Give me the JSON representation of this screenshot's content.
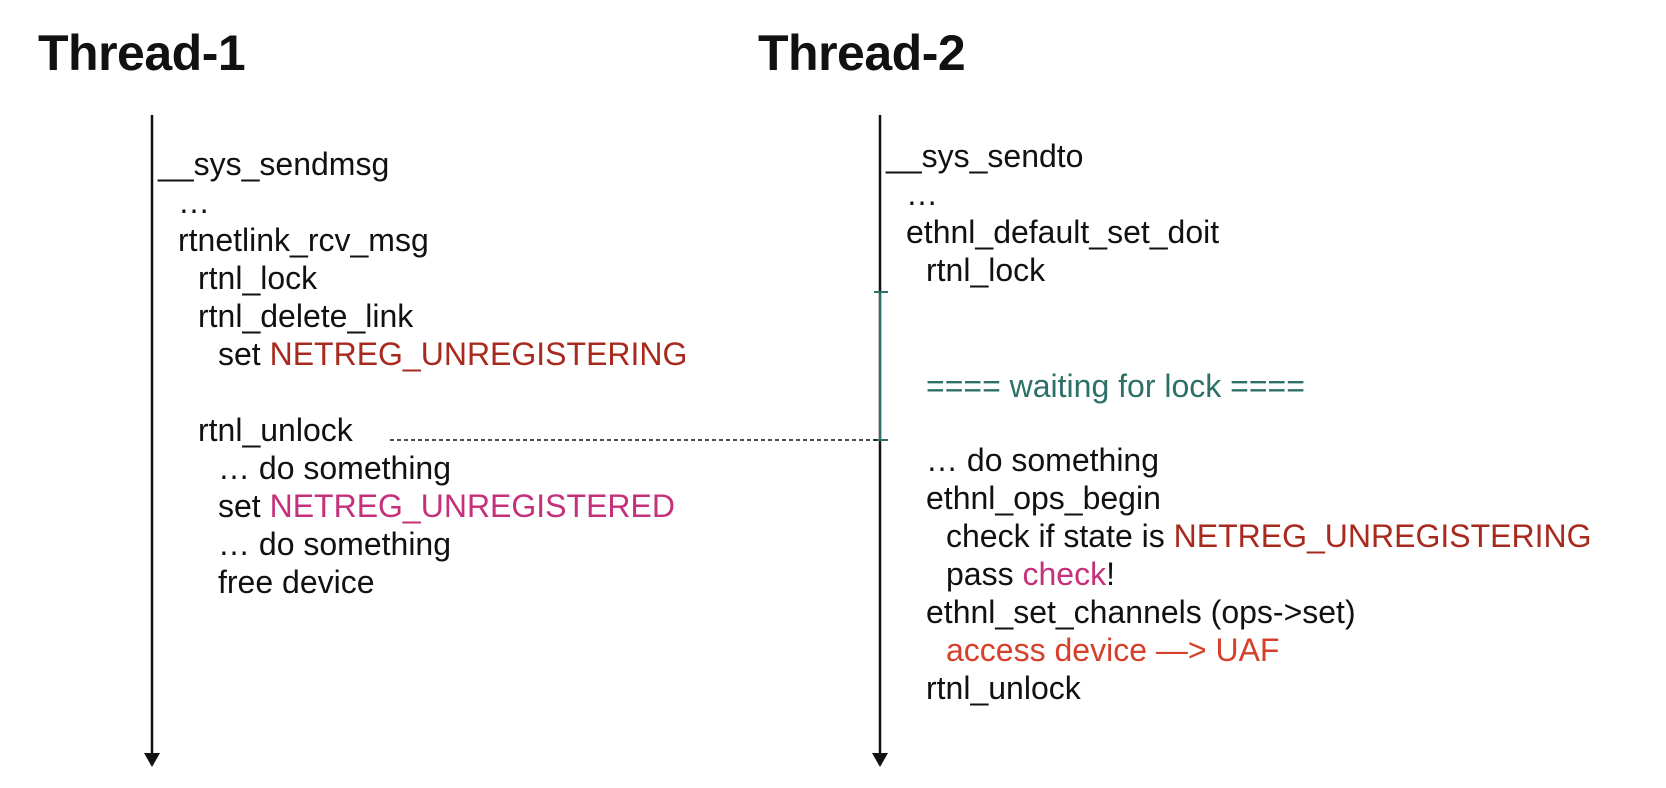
{
  "thread1": {
    "title": "Thread-1",
    "lines": [
      {
        "text": "__sys_sendmsg"
      },
      {
        "text": "…"
      },
      {
        "text": "rtnetlink_rcv_msg"
      },
      {
        "text": "rtnl_lock"
      },
      {
        "text": "rtnl_delete_link"
      },
      {
        "prefix": "set ",
        "highlight": "NETREG_UNREGISTERING",
        "color": "#a82a1e"
      },
      {
        "text": "rtnl_unlock"
      },
      {
        "text": "… do something"
      },
      {
        "prefix": "set ",
        "highlight": "NETREG_UNREGISTERED",
        "color": "#c4307a"
      },
      {
        "text": "… do something"
      },
      {
        "text": "free device"
      }
    ]
  },
  "thread2": {
    "title": "Thread-2",
    "lines": [
      {
        "text": "__sys_sendto"
      },
      {
        "text": "…"
      },
      {
        "text": "ethnl_default_set_doit"
      },
      {
        "text": "rtnl_lock"
      },
      {
        "text": "==== waiting for lock ====",
        "color": "#2d7068"
      },
      {
        "text": "… do something"
      },
      {
        "text": "ethnl_ops_begin"
      },
      {
        "prefix": "check if state is ",
        "highlight": "NETREG_UNREGISTERING",
        "color": "#a82a1e"
      },
      {
        "prefix": "pass ",
        "highlight": "check",
        "suffix": "!",
        "color": "#c4307a"
      },
      {
        "text": "ethnl_set_channels (ops->set)"
      },
      {
        "text": "access device —> UAF",
        "color": "#d6402a"
      },
      {
        "text": "rtnl_unlock"
      }
    ]
  }
}
